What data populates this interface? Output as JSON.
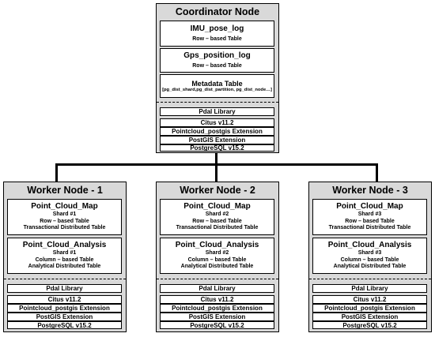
{
  "coordinator": {
    "title": "Coordinator Node",
    "tables": [
      {
        "name": "IMU_pose_log",
        "lines": [
          "Row – based Table"
        ]
      },
      {
        "name": "Gps_position_log",
        "lines": [
          "Row – based Table"
        ]
      },
      {
        "name": "Metadata Table",
        "lines": [
          "[pg_dist_shard,pg_dist_partition, pg_dist_node…]"
        ]
      }
    ],
    "libraries": [
      "Pdal Library",
      "Citus v11.2",
      "Pointcloud_postgis Extension",
      "PostGIS Extension",
      "PostgreSQL v15.2"
    ]
  },
  "workers": [
    {
      "title": "Worker Node - 1",
      "tables": [
        {
          "name": "Point_Cloud_Map",
          "lines": [
            "Shard #1",
            "Row – based Table",
            "Transactional Distributed Table"
          ]
        },
        {
          "name": "Point_Cloud_Analysis",
          "lines": [
            "Shard #1",
            "Column – based Table",
            "Analytical Distributed Table"
          ]
        }
      ],
      "libraries": [
        "Pdal Library",
        "Citus v11.2",
        "Pointcloud_postgis Extension",
        "PostGIS Extension",
        "PostgreSQL v15.2"
      ]
    },
    {
      "title": "Worker Node - 2",
      "tables": [
        {
          "name": "Point_Cloud_Map",
          "lines": [
            "Shard #2",
            "Row – based Table",
            "Transactional Distributed Table"
          ]
        },
        {
          "name": "Point_Cloud_Analysis",
          "lines": [
            "Shard #2",
            "Column – based Table",
            "Analytical Distributed Table"
          ]
        }
      ],
      "libraries": [
        "Pdal Library",
        "Citus v11.2",
        "Pointcloud_postgis Extension",
        "PostGIS Extension",
        "PostgreSQL v15.2"
      ]
    },
    {
      "title": "Worker Node - 3",
      "tables": [
        {
          "name": "Point_Cloud_Map",
          "lines": [
            "Shard #3",
            "Row – based Table",
            "Transactional Distributed Table"
          ]
        },
        {
          "name": "Point_Cloud_Analysis",
          "lines": [
            "Shard #3",
            "Column – based Table",
            "Analytical Distributed Table"
          ]
        }
      ],
      "libraries": [
        "Pdal Library",
        "Citus v11.2",
        "Pointcloud_postgis Extension",
        "PostGIS Extension",
        "PostgreSQL v15.2"
      ]
    }
  ]
}
